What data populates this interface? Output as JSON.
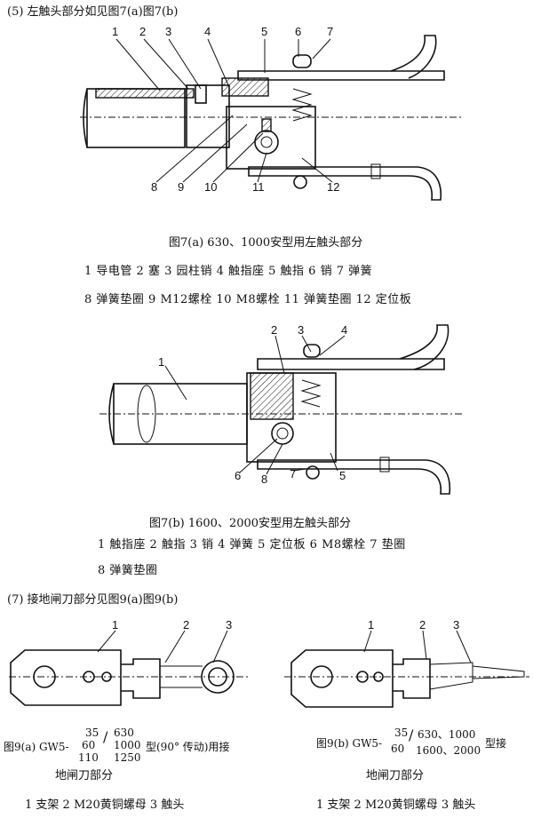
{
  "sec5_heading": "(5) 左触头部分如见图7(a)图7(b)",
  "fig7a": {
    "labels_top": [
      "1",
      "2",
      "3",
      "4",
      "5",
      "6",
      "7"
    ],
    "labels_bottom": [
      "8",
      "9",
      "10",
      "11",
      "12"
    ],
    "caption": "图7(a) 630、1000安型用左触头部分",
    "legend_line1": "1 导电管  2 塞  3 园柱销  4 触指座  5 触指  6 销  7 弹簧",
    "legend_line2": "8 弹簧垫圈  9 M12螺栓  10 M8螺栓  11 弹簧垫圈  12 定位板"
  },
  "fig7b": {
    "labels": [
      "1",
      "2",
      "3",
      "4",
      "5",
      "6",
      "7",
      "8"
    ],
    "caption": "图7(b) 1600、2000安型用左触头部分",
    "legend_line1": "1 触指座  2 触指  3 销  4 弹簧  5 定位板  6 M8螺栓  7 垫圈",
    "legend_line2": "8 弹簧垫圈"
  },
  "sec7_heading": "(7) 接地闸刀部分见图9(a)图9(b)",
  "fig9a": {
    "labels": [
      "1",
      "2",
      "3"
    ],
    "caption_prefix": "图9(a) GW5-",
    "frac_top": "35",
    "frac_mid": "60",
    "frac_bot": "110",
    "frac2_top": "630",
    "frac2_mid": "1000",
    "frac2_bot": "1250",
    "caption_suffix": "型(90° 传动)用接",
    "caption_line2": "地闸刀部分",
    "legend": "1 支架  2 M20黄铜螺母  3 触头"
  },
  "fig9b": {
    "labels": [
      "1",
      "2",
      "3"
    ],
    "caption_prefix": "图9(b) GW5-",
    "frac_top": "35",
    "frac_bot": "60",
    "frac2_top": "630、1000",
    "frac2_bot": "1600、2000",
    "caption_suffix": "型接",
    "caption_line2": "地闸刀部分",
    "legend": "1 支架  2 M20黄铜螺母  3 触头"
  }
}
